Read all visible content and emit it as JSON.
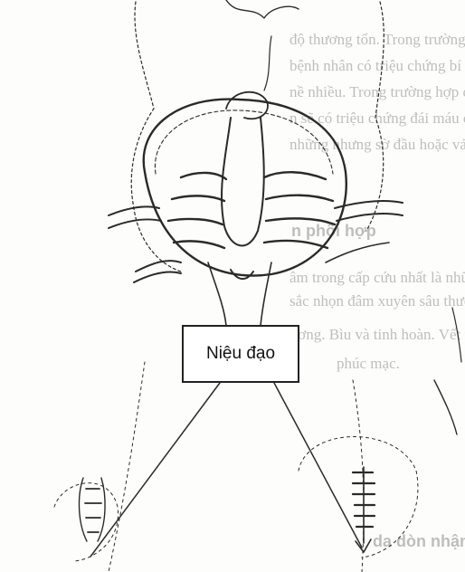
{
  "background_text": {
    "lines": [
      "độ thương tổn. Trong trường hợp bị th",
      "bệnh nhân có triệu chứng bí đái hoàn",
      "nề nhiều. Trong trường hợp có thươ",
      "n sẽ có triệu chứng đái máu chảy",
      "những nhưng sờ đầu hoặc vải gạc tự bu"
    ],
    "heading_1": "n phối hợp",
    "lines_2": [
      "âm trong cấp cứu nhất là những trườ",
      "sắc nhọn đâm xuyên sâu thương tổn"
    ],
    "lines_3": [
      "ương. Bìu và tinh hoàn. Vết thươ",
      "phúc mạc."
    ],
    "heading_2": "da dòn nhận"
  },
  "callout": {
    "label": "Niệu đạo"
  }
}
